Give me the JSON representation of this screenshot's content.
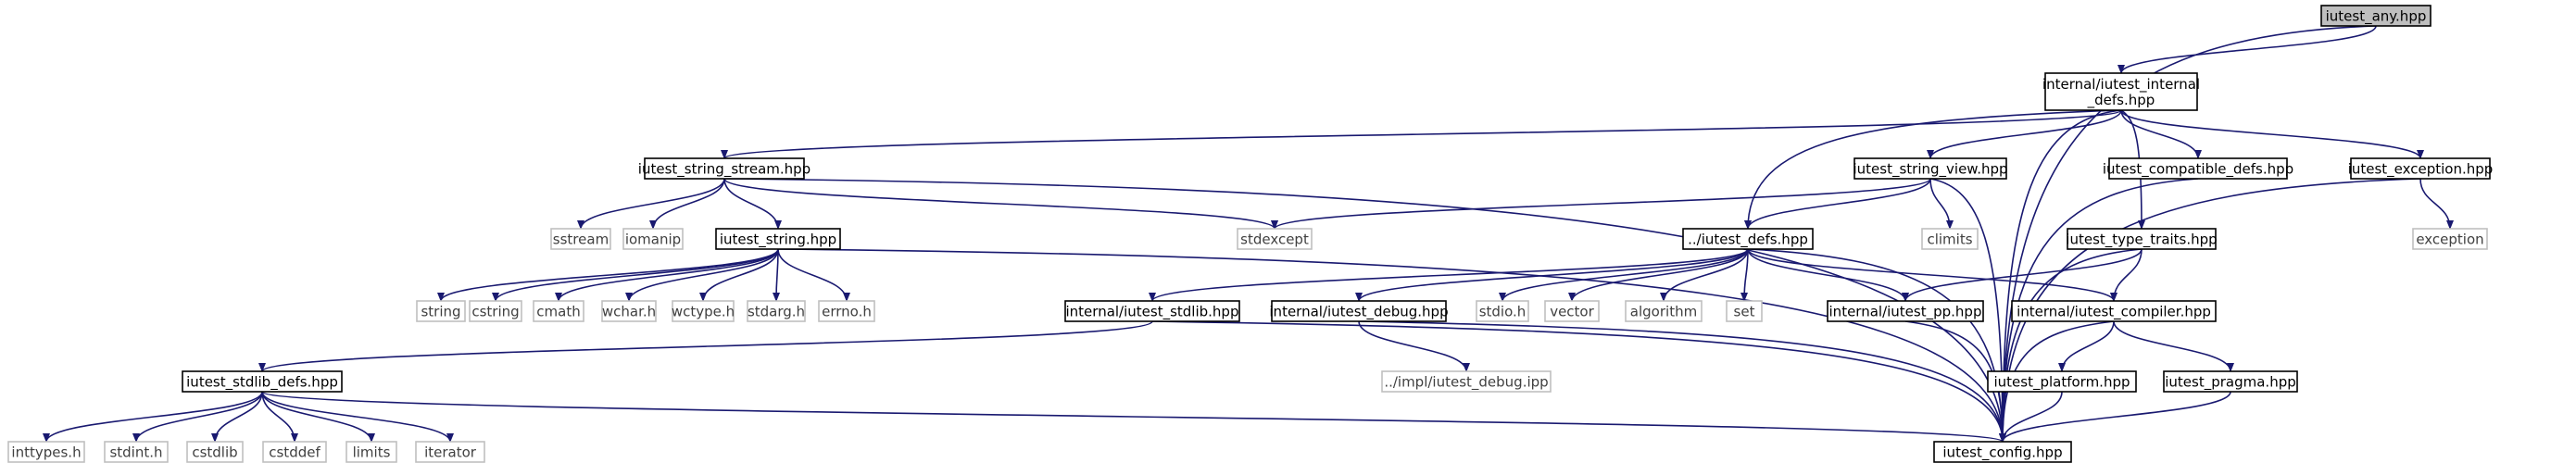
{
  "colors": {
    "edge": "#191970",
    "box_stroke": "#000000",
    "ext_stroke": "#bfbfbf",
    "text": "#000000",
    "ext_text": "#404040",
    "focus_fill": "#bfbfbf",
    "fill": "#ffffff"
  },
  "nodes": {
    "iutest_any_hpp": "iutest_any.hpp",
    "internal_defs_l1": "internal/iutest_internal",
    "internal_defs_l2": "_defs.hpp",
    "string_stream": "iutest_string_stream.hpp",
    "string_view": "iutest_string_view.hpp",
    "compatible_defs": "iutest_compatible_defs.hpp",
    "exception_hpp": "iutest_exception.hpp",
    "sstream": "sstream",
    "iomanip": "iomanip",
    "iutest_string": "iutest_string.hpp",
    "stdexcept": "stdexcept",
    "iutest_defs": "../iutest_defs.hpp",
    "climits": "climits",
    "type_traits": "iutest_type_traits.hpp",
    "exception": "exception",
    "string": "string",
    "cstring": "cstring",
    "cmath": "cmath",
    "wchar": "wchar.h",
    "wctype": "wctype.h",
    "stdarg": "stdarg.h",
    "errno": "errno.h",
    "internal_stdlib": "internal/iutest_stdlib.hpp",
    "internal_debug": "internal/iutest_debug.hpp",
    "stdio": "stdio.h",
    "vector": "vector",
    "algorithm": "algorithm",
    "set": "set",
    "internal_pp": "internal/iutest_pp.hpp",
    "internal_compiler": "internal/iutest_compiler.hpp",
    "impl_debug": "../impl/iutest_debug.ipp",
    "stdlib_defs": "iutest_stdlib_defs.hpp",
    "platform": "iutest_platform.hpp",
    "pragma": "iutest_pragma.hpp",
    "inttypes": "inttypes.h",
    "stdint": "stdint.h",
    "cstdlib": "cstdlib",
    "cstddef": "cstddef",
    "limits": "limits",
    "iterator": "iterator",
    "config": "iutest_config.hpp"
  }
}
